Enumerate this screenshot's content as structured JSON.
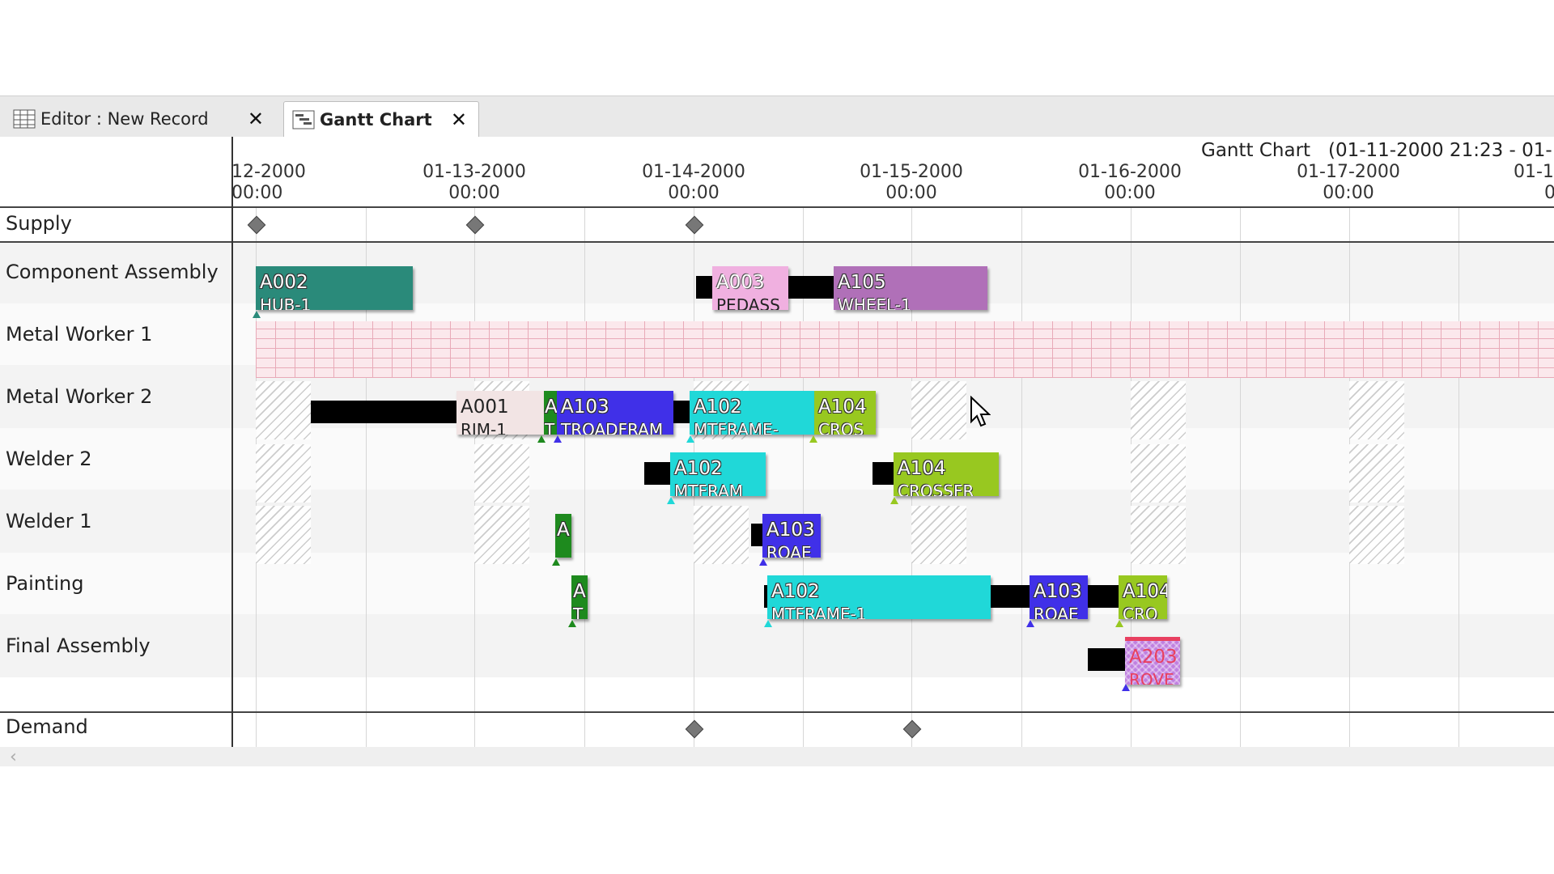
{
  "tabs": [
    {
      "label": "Editor : New Record",
      "active": false,
      "icon": "table-grid-icon"
    },
    {
      "label": "Gantt Chart",
      "active": true,
      "icon": "gantt-chart-icon"
    }
  ],
  "chart": {
    "title": "Gantt Chart",
    "range_label": "(01-11-2000 21:23 - 01-",
    "ticks": [
      {
        "date": "12-2000",
        "time": "00:00"
      },
      {
        "date": "01-13-2000",
        "time": "00:00"
      },
      {
        "date": "01-14-2000",
        "time": "00:00"
      },
      {
        "date": "01-15-2000",
        "time": "00:00"
      },
      {
        "date": "01-16-2000",
        "time": "00:00"
      },
      {
        "date": "01-17-2000",
        "time": "00:00"
      },
      {
        "date": "01-1",
        "time": "0"
      }
    ],
    "rows": {
      "supply": "Supply",
      "component_assembly": "Component Assembly",
      "metal_worker_1": "Metal Worker 1",
      "metal_worker_2": "Metal Worker 2",
      "welder_2": "Welder 2",
      "welder_1": "Welder 1",
      "painting": "Painting",
      "final_assembly": "Final Assembly",
      "demand": "Demand"
    },
    "tasks": {
      "a002": {
        "id": "A002",
        "sub": "HUB-1",
        "color": "#2a8a7a"
      },
      "a003": {
        "id": "A003",
        "sub": "PEDASS",
        "color": "#f0b0e0"
      },
      "a105": {
        "id": "A105",
        "sub": "WHEEL-1",
        "color": "#b070b8"
      },
      "a001": {
        "id": "A001",
        "sub": "RIM-1",
        "color": "#f0e0e0"
      },
      "mw2_a_small": {
        "id": "A",
        "sub": "T",
        "color": "#1e8a1e"
      },
      "a103_mw2": {
        "id": "A103",
        "sub": "TROADFRAM",
        "color": "#4030e8"
      },
      "a102_mw2": {
        "id": "A102",
        "sub": "MTFRAME-",
        "color": "#20d8d8"
      },
      "a104_mw2": {
        "id": "A104",
        "sub": "CROS",
        "color": "#98c820"
      },
      "a102_w2": {
        "id": "A102",
        "sub": "MTFRAM",
        "color": "#20d8d8"
      },
      "a104_w2": {
        "id": "A104",
        "sub": "CROSSFR",
        "color": "#98c820"
      },
      "w1_a_small": {
        "id": "A",
        "sub": "",
        "color": "#1e8a1e"
      },
      "a103_w1": {
        "id": "A103",
        "sub": "ROAE",
        "color": "#4030e8"
      },
      "p_a_small": {
        "id": "A",
        "sub": "T",
        "color": "#1e8a1e"
      },
      "a102_p": {
        "id": "A102",
        "sub": "MTFRAME-1",
        "color": "#20d8d8"
      },
      "a103_p": {
        "id": "A103",
        "sub": "ROAE",
        "color": "#4030e8"
      },
      "a104_p": {
        "id": "A104",
        "sub": "CRO",
        "color": "#98c820"
      },
      "a203": {
        "id": "A203",
        "sub": "ROVE",
        "color": "#c080e0"
      }
    }
  }
}
